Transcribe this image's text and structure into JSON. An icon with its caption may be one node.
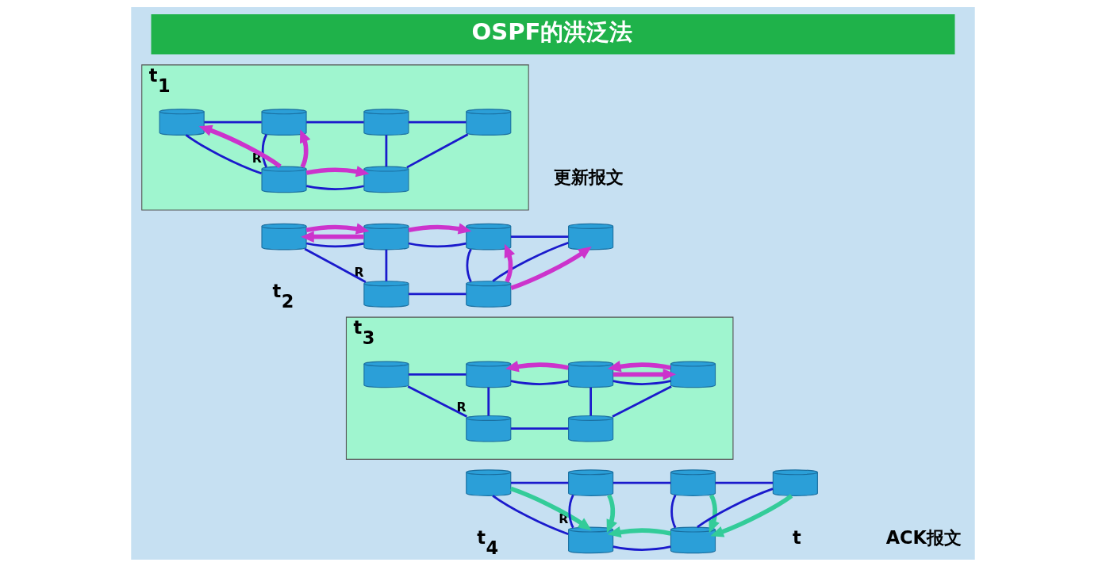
{
  "diagram": {
    "title": "OSPF的洪泛法",
    "nodes": [
      {
        "text": [
          "t$_{1}$"
        ]
      },
      {
        "text": [],
        "shape": "cylinder",
        "in": 0
      },
      {
        "text": [],
        "shape": "cylinder",
        "in": 0
      },
      {
        "text": [],
        "shape": "cylinder",
        "in": 0
      },
      {
        "text": [],
        "shape": "cylinder",
        "in": 0
      },
      {
        "text": [],
        "shape": "cylinder",
        "in": 0,
        "beside": [
          "R"
        ]
      },
      {
        "text": [],
        "shape": "cylinder",
        "in": 0
      },
      {
        "text": [],
        "shape": "cylinder"
      },
      {
        "text": [],
        "shape": "cylinder"
      },
      {
        "text": [],
        "shape": "cylinder"
      },
      {
        "text": [],
        "shape": "cylinder"
      },
      {
        "text": [],
        "shape": "cylinder",
        "beside": [
          "R"
        ]
      },
      {
        "text": [],
        "shape": "cylinder"
      },
      {
        "text": [
          "t$_{3}$"
        ]
      },
      {
        "text": [],
        "shape": "cylinder",
        "in": 13
      },
      {
        "text": [],
        "shape": "cylinder",
        "in": 13
      },
      {
        "text": [],
        "shape": "cylinder",
        "in": 13
      },
      {
        "text": [],
        "shape": "cylinder",
        "in": 13
      },
      {
        "text": [],
        "shape": "cylinder",
        "in": 13,
        "beside": [
          "R"
        ]
      },
      {
        "text": [],
        "shape": "cylinder",
        "in": 13
      },
      {
        "text": [],
        "shape": "cylinder"
      },
      {
        "text": [],
        "shape": "cylinder"
      },
      {
        "text": [],
        "shape": "cylinder"
      },
      {
        "text": [],
        "shape": "cylinder"
      },
      {
        "text": [],
        "shape": "cylinder",
        "beside": [
          "R"
        ]
      },
      {
        "text": [],
        "shape": "cylinder"
      }
    ],
    "edges": [
      {
        "from": 1,
        "to": 2,
        "arrow": "none"
      },
      {
        "from": 2,
        "to": 3,
        "arrow": "none"
      },
      {
        "from": 3,
        "to": 4,
        "arrow": "none"
      },
      {
        "from": 1,
        "to": 5,
        "arrow": "none"
      },
      {
        "from": 2,
        "to": 5,
        "arrow": "none"
      },
      {
        "from": 3,
        "to": 6,
        "arrow": "none"
      },
      {
        "from": 4,
        "to": 6,
        "arrow": "none"
      },
      {
        "from": 5,
        "to": 6,
        "arrow": "none"
      },
      {
        "from": 5,
        "to": 1,
        "arrow": "to",
        "style": "thick",
        "color": "#cc33cc"
      },
      {
        "from": 5,
        "to": 2,
        "arrow": "to",
        "style": "thick",
        "color": "#cc33cc"
      },
      {
        "from": 5,
        "to": 6,
        "arrow": "to",
        "style": "thick",
        "color": "#cc33cc"
      },
      {
        "from": 7,
        "to": 8,
        "arrow": "none"
      },
      {
        "from": 8,
        "to": 9,
        "arrow": "none"
      },
      {
        "from": 9,
        "to": 10,
        "arrow": "none"
      },
      {
        "from": 7,
        "to": 11,
        "arrow": "none"
      },
      {
        "from": 8,
        "to": 11,
        "arrow": "none"
      },
      {
        "from": 9,
        "to": 12,
        "arrow": "none"
      },
      {
        "from": 10,
        "to": 12,
        "arrow": "none"
      },
      {
        "from": 11,
        "to": 12,
        "arrow": "none"
      },
      {
        "from": 8,
        "to": 7,
        "arrow": "to",
        "style": "thick",
        "color": "#cc33cc"
      },
      {
        "from": 7,
        "to": 8,
        "arrow": "to",
        "style": "thick",
        "color": "#cc33cc"
      },
      {
        "from": 8,
        "to": 9,
        "arrow": "to",
        "style": "thick",
        "color": "#cc33cc"
      },
      {
        "from": 12,
        "to": 9,
        "arrow": "to",
        "style": "thick",
        "color": "#cc33cc"
      },
      {
        "from": 12,
        "to": 10,
        "arrow": "to",
        "style": "thick",
        "color": "#cc33cc"
      },
      {
        "from": 14,
        "to": 15,
        "arrow": "none"
      },
      {
        "from": 15,
        "to": 16,
        "arrow": "none"
      },
      {
        "from": 16,
        "to": 17,
        "arrow": "none"
      },
      {
        "from": 14,
        "to": 18,
        "arrow": "none"
      },
      {
        "from": 15,
        "to": 18,
        "arrow": "none"
      },
      {
        "from": 16,
        "to": 19,
        "arrow": "none"
      },
      {
        "from": 17,
        "to": 19,
        "arrow": "none"
      },
      {
        "from": 18,
        "to": 19,
        "arrow": "none"
      },
      {
        "from": 16,
        "to": 15,
        "arrow": "to",
        "style": "thick",
        "color": "#cc33cc"
      },
      {
        "from": 16,
        "to": 17,
        "arrow": "to",
        "style": "thick",
        "color": "#cc33cc"
      },
      {
        "from": 17,
        "to": 16,
        "arrow": "to",
        "style": "thick",
        "color": "#cc33cc"
      },
      {
        "from": 20,
        "to": 21,
        "arrow": "none"
      },
      {
        "from": 21,
        "to": 22,
        "arrow": "none"
      },
      {
        "from": 22,
        "to": 23,
        "arrow": "none"
      },
      {
        "from": 20,
        "to": 24,
        "arrow": "none"
      },
      {
        "from": 21,
        "to": 24,
        "arrow": "none"
      },
      {
        "from": 22,
        "to": 25,
        "arrow": "none"
      },
      {
        "from": 23,
        "to": 25,
        "arrow": "none"
      },
      {
        "from": 24,
        "to": 25,
        "arrow": "none"
      },
      {
        "from": 20,
        "to": 24,
        "arrow": "to",
        "style": "thick",
        "color": "#33cc99"
      },
      {
        "from": 21,
        "to": 24,
        "arrow": "to",
        "style": "thick",
        "color": "#33cc99"
      },
      {
        "from": 22,
        "to": 25,
        "arrow": "to",
        "style": "thick",
        "color": "#33cc99"
      },
      {
        "from": 23,
        "to": 25,
        "arrow": "to",
        "style": "thick",
        "color": "#33cc99"
      },
      {
        "from": 25,
        "to": 24,
        "arrow": "to",
        "style": "thick",
        "color": "#33cc99"
      }
    ],
    "labels": [
      "更新报文",
      "t$_{2}$",
      "t$_{4}$",
      "ACK报文",
      "t"
    ]
  }
}
